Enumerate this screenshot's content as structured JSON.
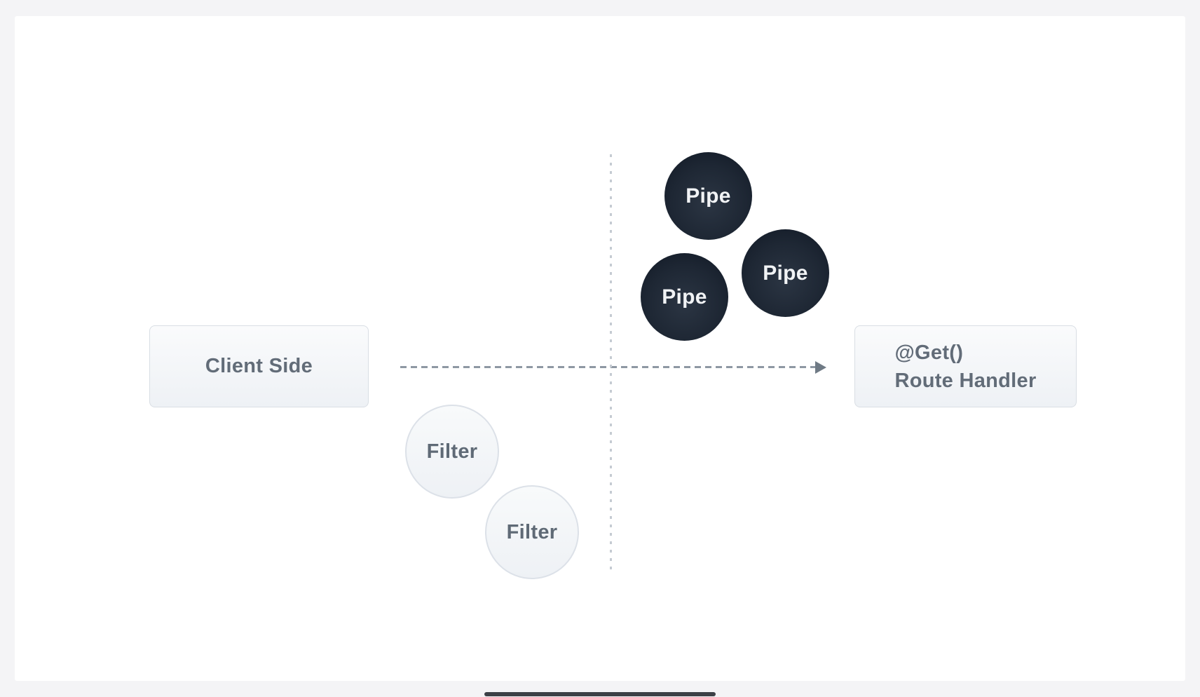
{
  "diagram": {
    "client_box": {
      "label": "Client Side"
    },
    "route_handler_box": {
      "decorator": "@Get()",
      "name": "Route Handler"
    },
    "pipes": [
      {
        "label": "Pipe"
      },
      {
        "label": "Pipe"
      },
      {
        "label": "Pipe"
      }
    ],
    "filters": [
      {
        "label": "Filter"
      },
      {
        "label": "Filter"
      }
    ]
  },
  "colors": {
    "canvas_bg": "#f4f4f6",
    "card_bg": "#ffffff",
    "node_border": "#d9dee4",
    "node_bg_top": "#fafbfc",
    "node_bg_bottom": "#eef1f5",
    "node_text": "#626c78",
    "arrow": "#8e98a3",
    "arrowhead": "#6f7a85",
    "vline": "#c5cbd2",
    "pipe_core": "#2b3543",
    "pipe_mid": "#1e2734",
    "pipe_edge": "#101824",
    "pipe_text": "#f1f3f5",
    "filter_border": "#dce1e8",
    "filter_bg_top": "#f8fafb",
    "filter_bg_bottom": "#eef1f5",
    "filter_text": "#5f6a76",
    "home_bar": "#3c4046"
  }
}
